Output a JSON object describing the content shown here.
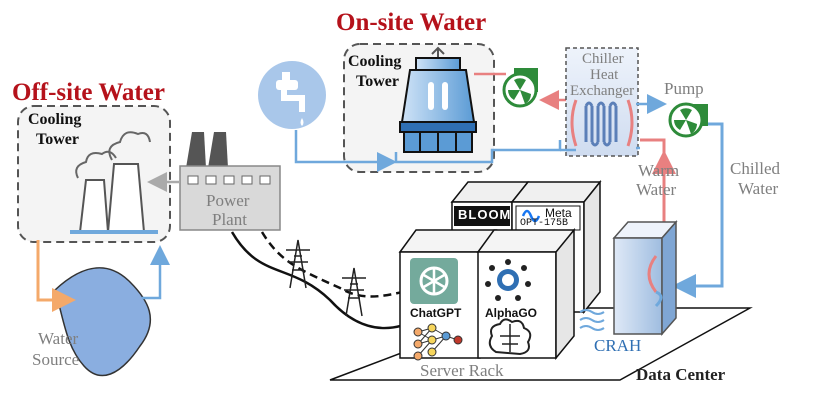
{
  "headings": {
    "offsite": "Off-site Water",
    "onsite": "On-site Water"
  },
  "labels": {
    "offsite_tower_line1": "Cooling",
    "offsite_tower_line2": "Tower",
    "onsite_tower_line1": "Cooling",
    "onsite_tower_line2": "Tower",
    "power_plant_line1": "Power",
    "power_plant_line2": "Plant",
    "chiller_line1": "Chiller",
    "chiller_line2": "Heat",
    "chiller_line3": "Exchanger",
    "pump": "Pump",
    "warm_water_line1": "Warm",
    "warm_water_line2": "Water",
    "chilled_water_line1": "Chilled",
    "chilled_water_line2": "Water",
    "water_source_line1": "Water",
    "water_source_line2": "Source",
    "server_rack": "Server Rack",
    "data_center": "Data Center",
    "crah": "CRAH"
  },
  "models": {
    "chatgpt": "ChatGPT",
    "alphago": "AlphaGO",
    "bloom": "BLOOM",
    "meta_line1": "Meta",
    "meta_line2": "OPT-175B"
  },
  "icons": [
    "faucet-icon",
    "fan-icon",
    "factory-icon",
    "transmission-tower-icon",
    "neural-network-icon",
    "brain-icon",
    "chatgpt-logo-icon",
    "alphago-logo-icon",
    "meta-logo-icon"
  ],
  "colors": {
    "heading": "#b5121b",
    "chilled": "#6fa8dc",
    "warm": "#e88080",
    "offsite_flow": "#f4a96a",
    "fan": "#2e8b3a",
    "grey_text": "#7f7f7f",
    "blue_text": "#2f6fb3"
  }
}
